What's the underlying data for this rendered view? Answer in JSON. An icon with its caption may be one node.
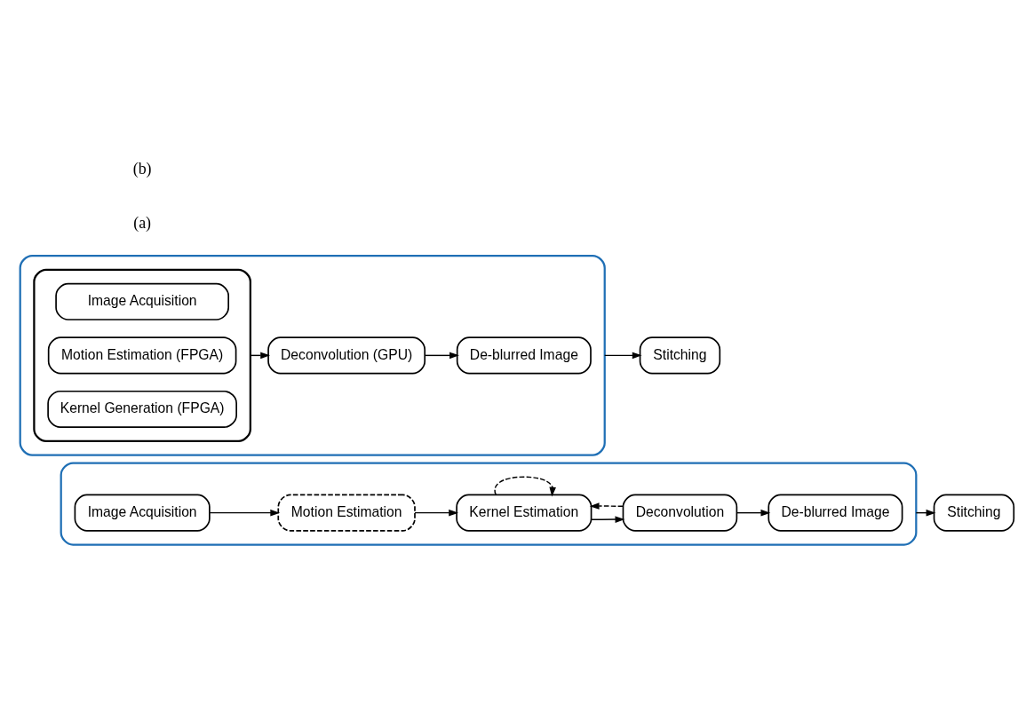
{
  "diagram": {
    "nodes": [
      {
        "text": [],
        "shape": "box"
      },
      {
        "text": [
          "Image Acquisition"
        ],
        "in": 0
      },
      {
        "text": [
          "Motion Estimation"
        ],
        "in": 0
      },
      {
        "text": [
          "Kernel Estimation"
        ],
        "in": 0
      },
      {
        "text": [
          "Deconvolution"
        ],
        "in": 0
      },
      {
        "text": [
          "De-blurred Image"
        ],
        "in": 0
      },
      {
        "text": [
          "Stitching"
        ]
      },
      {
        "text": [],
        "shape": "box"
      },
      {
        "text": [],
        "shape": "box",
        "in": 7
      },
      {
        "text": [
          "Image Acquisition"
        ],
        "in": 8
      },
      {
        "text": [
          "Motion Estimation (FPGA)"
        ],
        "in": 8
      },
      {
        "text": [
          "Kernel Generation (FPGA)"
        ],
        "in": 8
      },
      {
        "text": [
          "Deconvolution (GPU)"
        ],
        "in": 7
      },
      {
        "text": [
          "De-blurred Image"
        ],
        "in": 7
      },
      {
        "text": [
          "Stitching"
        ]
      }
    ],
    "edges": [
      {
        "from": 1,
        "to": 2,
        "arrow": "to"
      },
      {
        "from": 2,
        "to": 3,
        "arrow": "to"
      },
      {
        "from": 3,
        "to": 4,
        "arrow": "to"
      },
      {
        "from": 4,
        "to": 5,
        "arrow": "to"
      },
      {
        "from": 3,
        "to": 3,
        "arrow": "to",
        "style": "dashed"
      },
      {
        "from": 4,
        "to": 3,
        "arrow": "to",
        "style": "dashed"
      },
      {
        "from": 0,
        "to": 6,
        "arrow": "to"
      },
      {
        "from": 8,
        "to": 12,
        "arrow": "to"
      },
      {
        "from": 12,
        "to": 13,
        "arrow": "to"
      },
      {
        "from": 7,
        "to": 14,
        "arrow": "to"
      }
    ],
    "labels": [
      "(a)",
      "(b)"
    ]
  }
}
